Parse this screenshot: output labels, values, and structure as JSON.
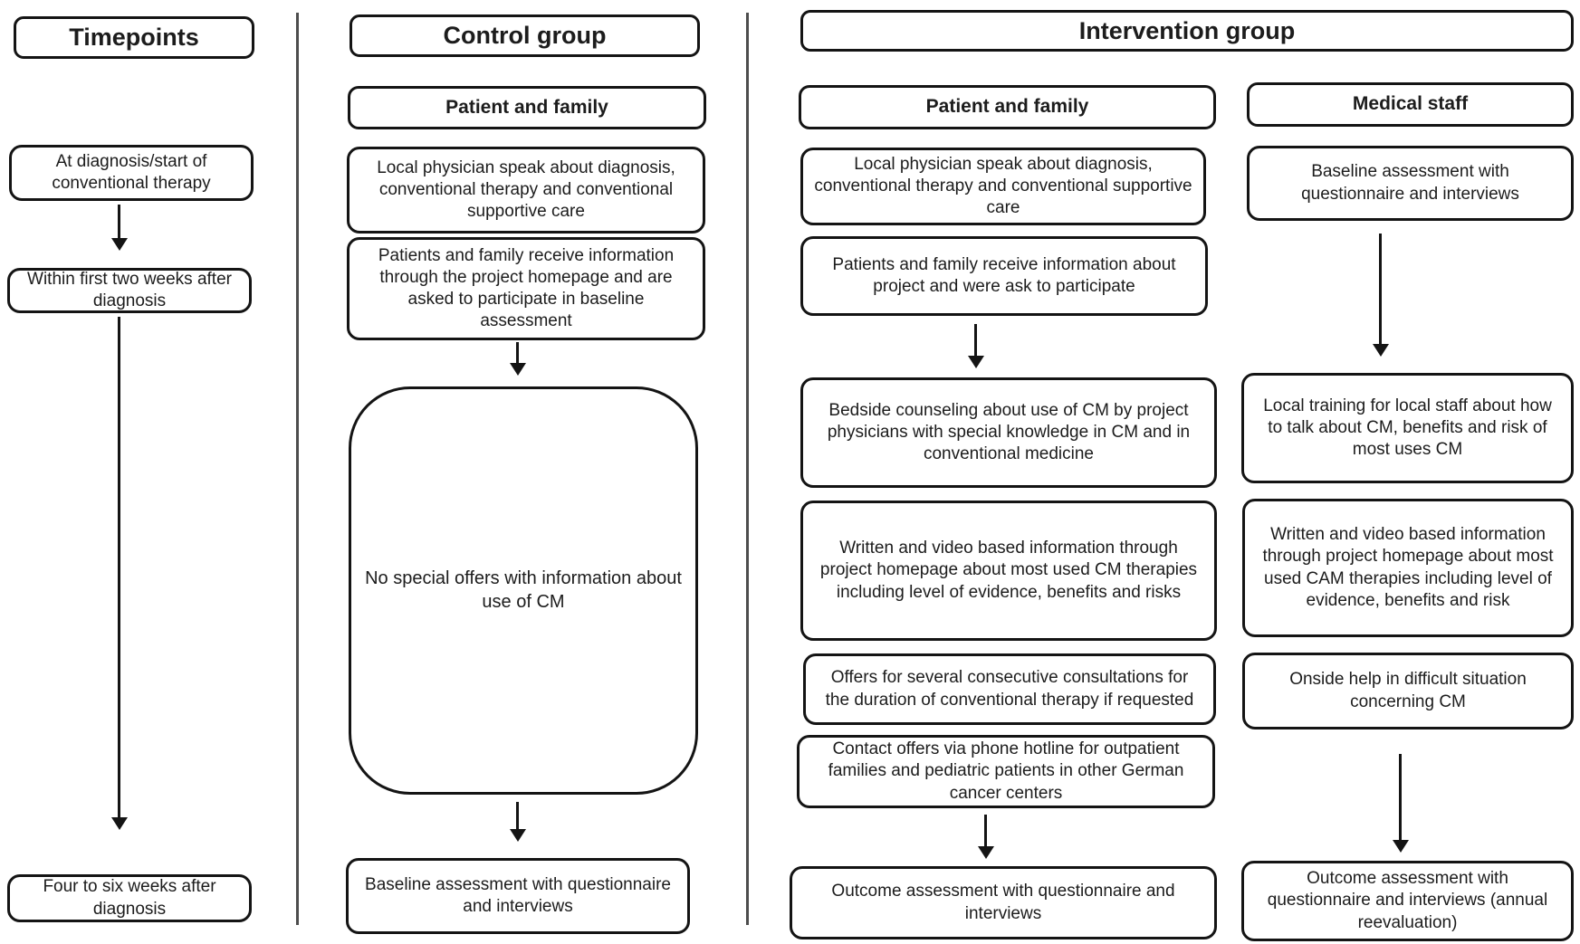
{
  "timepoints": {
    "header": "Timepoints",
    "boxes": [
      "At diagnosis/start of conventional therapy",
      "Within first two weeks after diagnosis",
      "Four to six weeks after diagnosis"
    ]
  },
  "control_group": {
    "header": "Control group",
    "subheader": "Patient and family",
    "boxes": [
      "Local physician speak about diagnosis, conventional therapy and conventional supportive care",
      "Patients and family receive information through the project homepage and are asked to participate in baseline assessment",
      "No special offers with information about use of CM",
      "Baseline assessment with questionnaire and interviews"
    ]
  },
  "intervention_group": {
    "header": "Intervention group",
    "patient_family": {
      "subheader": "Patient and family",
      "boxes": [
        "Local physician speak about diagnosis, conventional therapy and conventional supportive care",
        "Patients and family receive information about project and were ask to participate",
        "Bedside counseling about use of CM by project physicians with special knowledge in CM and in conventional medicine",
        "Written and video based information through project homepage about most used CM therapies including level of evidence, benefits and risks",
        "Offers for several consecutive consultations for the duration of conventional therapy if requested",
        "Contact offers via phone hotline for outpatient families and pediatric patients in other German cancer centers",
        "Outcome assessment with questionnaire and interviews"
      ]
    },
    "medical_staff": {
      "subheader": "Medical staff",
      "boxes": [
        "Baseline assessment with questionnaire and interviews",
        "Local training for local staff about how to talk about CM, benefits and risk of most uses CM",
        "Written and video based information through project homepage about most used CAM therapies including level of evidence, benefits and risk",
        "Onside help in difficult situation concerning CM",
        "Outcome assessment with questionnaire and interviews (annual reevaluation)"
      ]
    }
  },
  "colors": {
    "border": "#141414",
    "text": "#1c1c1c",
    "divider": "#4d4d4d",
    "background": "#ffffff"
  }
}
